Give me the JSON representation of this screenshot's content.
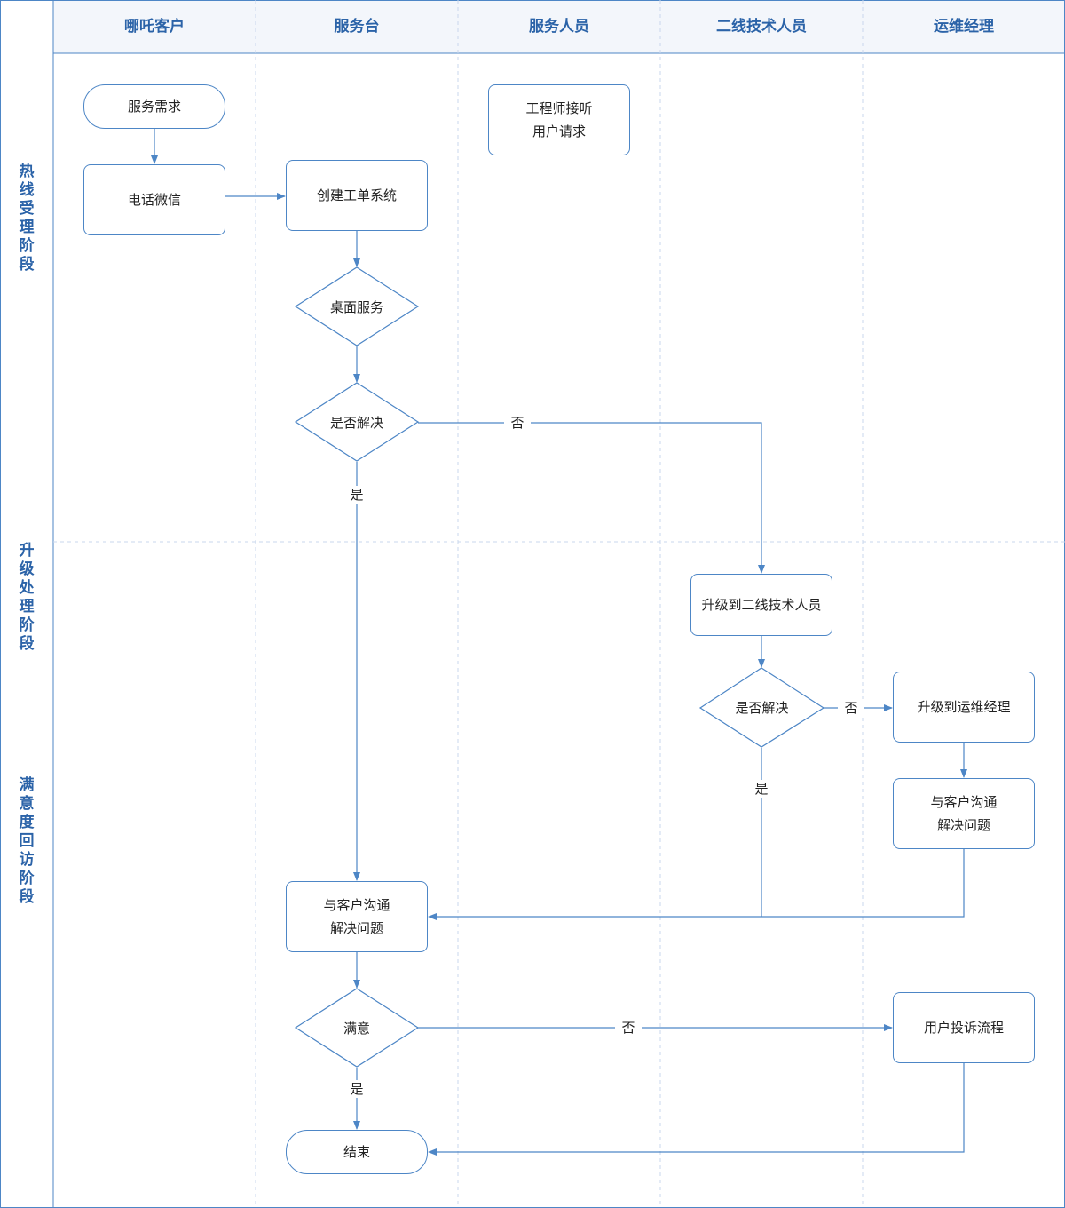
{
  "lanes": [
    "哪吒客户",
    "服务台",
    "服务人员",
    "二线技术人员",
    "运维经理"
  ],
  "phases": [
    "热线受理阶段",
    "升级处理阶段",
    "满意度回访阶段"
  ],
  "nodes": {
    "service_request": "服务需求",
    "phone_wechat": "电话微信",
    "create_ticket": "创建工单系统",
    "engineer_answer": "工程师接听\n用户请求",
    "desktop_service": "桌面服务",
    "resolved_1": "是否解决",
    "escalate_l2": "升级到二线技术人员",
    "resolved_2": "是否解决",
    "escalate_ops": "升级到运维经理",
    "ops_communicate": "与客户沟通\n解决问题",
    "desk_communicate": "与客户沟通\n解决问题",
    "satisfied": "满意",
    "complaint": "用户投诉流程",
    "end": "结束"
  },
  "edge_labels": {
    "no_1": "否",
    "yes_1": "是",
    "no_2": "否",
    "yes_2": "是",
    "no_3": "否",
    "yes_3": "是"
  },
  "colors": {
    "accent": "#2b63a8",
    "line": "#4d86c6",
    "header_bg": "#f3f6fb",
    "grid": "#c9d7ec"
  }
}
